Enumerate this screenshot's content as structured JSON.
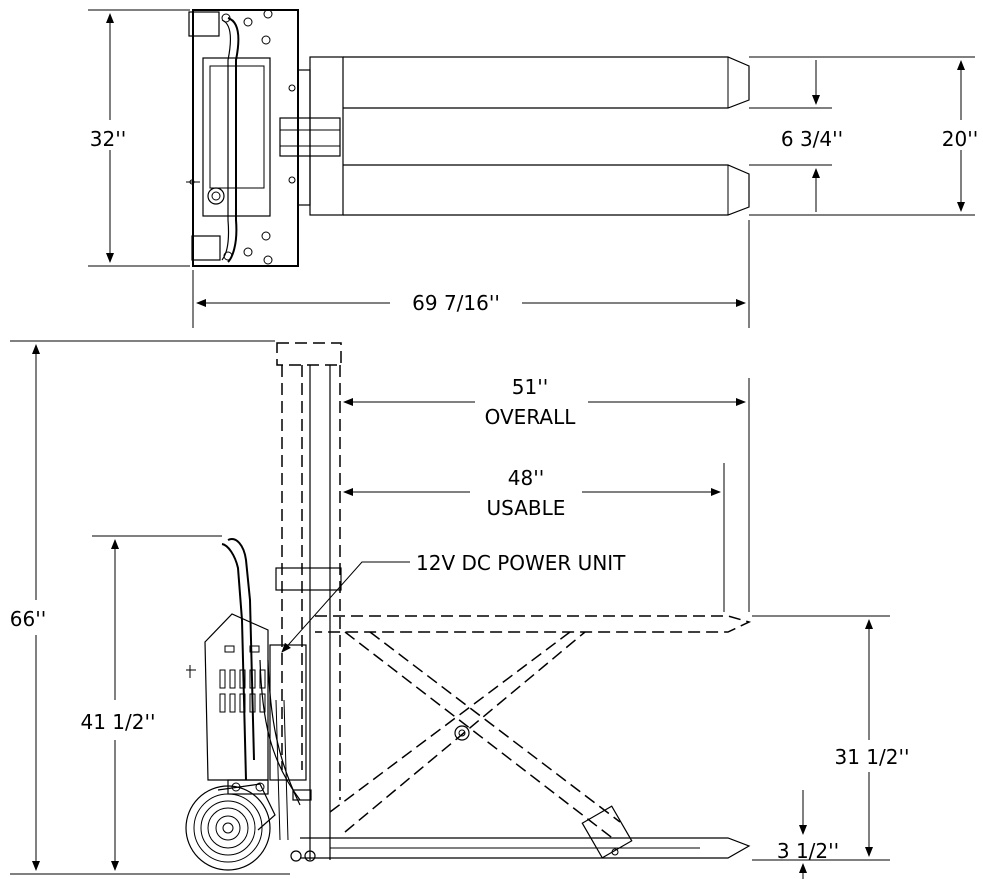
{
  "dimensions": {
    "top_width": "32''",
    "fork_gap": "6 3/4''",
    "fork_span": "20''",
    "overall_length": "69 7/16''",
    "overall_height": "66''",
    "handle_height": "41 1/2''",
    "max_lift": "31 1/2''",
    "lowered_height": "3 1/2''",
    "overall_fork_length": "51''",
    "overall_label": "OVERALL",
    "usable_fork_length": "48''",
    "usable_label": "USABLE"
  },
  "callouts": {
    "power_unit": "12V DC POWER UNIT"
  }
}
